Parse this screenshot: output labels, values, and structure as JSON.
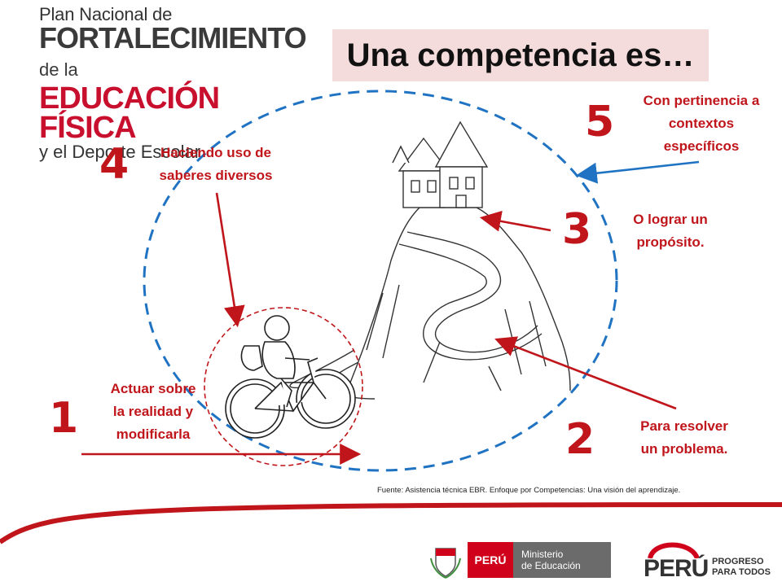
{
  "logo": {
    "line1": "Plan Nacional de",
    "line2_main": "FORTALECIMIENTO",
    "line2_suffix": "de la",
    "line3": "EDUCACIÓN FÍSICA",
    "line4": "y el Deporte Escolar"
  },
  "title": "Una competencia es…",
  "steps": [
    {
      "number": "1",
      "lines": [
        "Actuar sobre",
        "la realidad y",
        "modificarla"
      ]
    },
    {
      "number": "2",
      "lines": [
        "Para resolver",
        "un problema."
      ]
    },
    {
      "number": "3",
      "lines": [
        "O lograr un",
        "propósito."
      ]
    },
    {
      "number": "4",
      "lines": [
        "Haciendo uso de",
        "saberes diversos"
      ]
    },
    {
      "number": "5",
      "lines": [
        "Con pertinencia a",
        "contextos",
        "específicos"
      ]
    }
  ],
  "source": "Fuente: Asistencia técnica EBR. Enfoque por Competencias: Una visión del aprendizaje.",
  "footer": {
    "ministerio_red": "PERÚ",
    "ministerio_line1": "Ministerio",
    "ministerio_line2": "de Educación",
    "brand_word": "PERÚ",
    "brand_tag1": "PROGRESO",
    "brand_tag2": "PARA TODOS"
  },
  "colors": {
    "accent_red": "#c0161b",
    "dashed_blue": "#1f73c2",
    "title_bg": "#f4dcdc"
  }
}
